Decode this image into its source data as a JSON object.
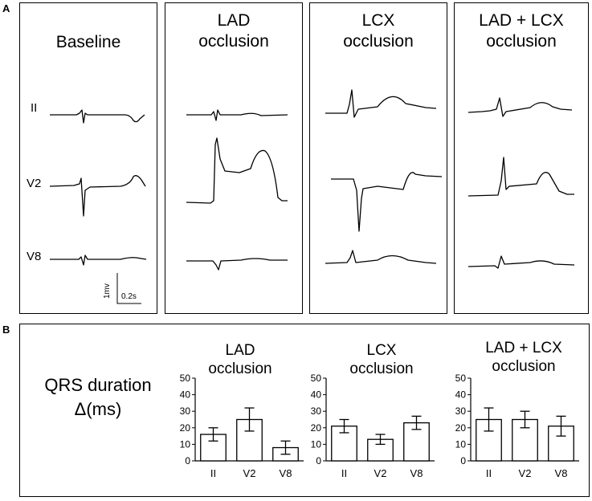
{
  "panel_a": {
    "label": "A",
    "columns": [
      {
        "title_line1": "Baseline",
        "title_line2": ""
      },
      {
        "title_line1": "LAD",
        "title_line2": "occlusion"
      },
      {
        "title_line1": "LCX",
        "title_line2": "occlusion"
      },
      {
        "title_line1": "LAD + LCX",
        "title_line2": "occlusion"
      }
    ],
    "leads": [
      "II",
      "V2",
      "V8"
    ],
    "scale": {
      "voltage": "1mv",
      "time": "0.2s"
    }
  },
  "panel_b": {
    "label": "B",
    "ylabel_line1": "QRS duration",
    "ylabel_line2": "Δ(ms)"
  },
  "chart_data": [
    {
      "type": "bar",
      "title": "LAD occlusion",
      "title_line1": "LAD",
      "title_line2": "occlusion",
      "categories": [
        "II",
        "V2",
        "V8"
      ],
      "values": [
        16,
        25,
        8
      ],
      "error": [
        4,
        7,
        4
      ],
      "ylim": [
        0,
        50
      ],
      "yticks": [
        "0",
        "10",
        "20",
        "30",
        "40",
        "50"
      ],
      "xlabel": "",
      "ylabel": "QRS duration Δ(ms)"
    },
    {
      "type": "bar",
      "title": "LCX occlusion",
      "title_line1": "LCX",
      "title_line2": "occlusion",
      "categories": [
        "II",
        "V2",
        "V8"
      ],
      "values": [
        21,
        13,
        23
      ],
      "error": [
        4,
        3,
        4
      ],
      "ylim": [
        0,
        50
      ],
      "yticks": [
        "0",
        "10",
        "20",
        "30",
        "40",
        "50"
      ],
      "xlabel": "",
      "ylabel": "QRS duration Δ(ms)"
    },
    {
      "type": "bar",
      "title": "LAD + LCX occlusion",
      "title_line1": "LAD + LCX",
      "title_line2": "occlusion",
      "categories": [
        "II",
        "V2",
        "V8"
      ],
      "values": [
        25,
        25,
        21
      ],
      "error": [
        7,
        5,
        6
      ],
      "ylim": [
        0,
        50
      ],
      "yticks": [
        "0",
        "10",
        "20",
        "30",
        "40",
        "50"
      ],
      "xlabel": "",
      "ylabel": "QRS duration Δ(ms)"
    }
  ]
}
